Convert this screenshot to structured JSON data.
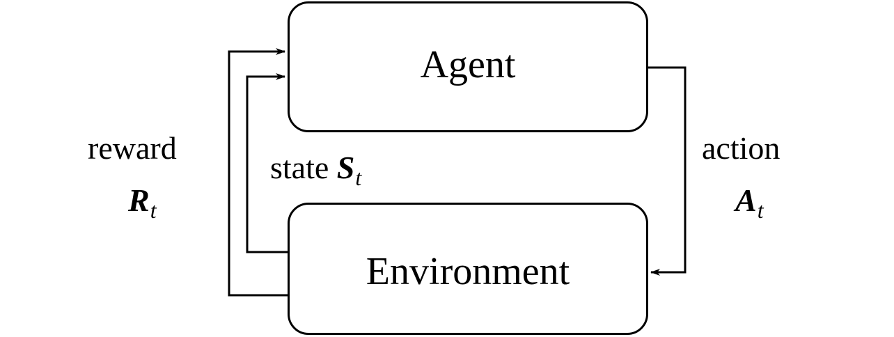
{
  "nodes": {
    "agent": "Agent",
    "environment": "Environment"
  },
  "edges": {
    "reward": {
      "word": "reward",
      "symbol": "R",
      "subscript": "t"
    },
    "state": {
      "word": "state",
      "symbol": "S",
      "subscript": "t"
    },
    "action": {
      "word": "action",
      "symbol": "A",
      "subscript": "t"
    }
  },
  "colors": {
    "line": "#000000",
    "background": "#ffffff"
  }
}
